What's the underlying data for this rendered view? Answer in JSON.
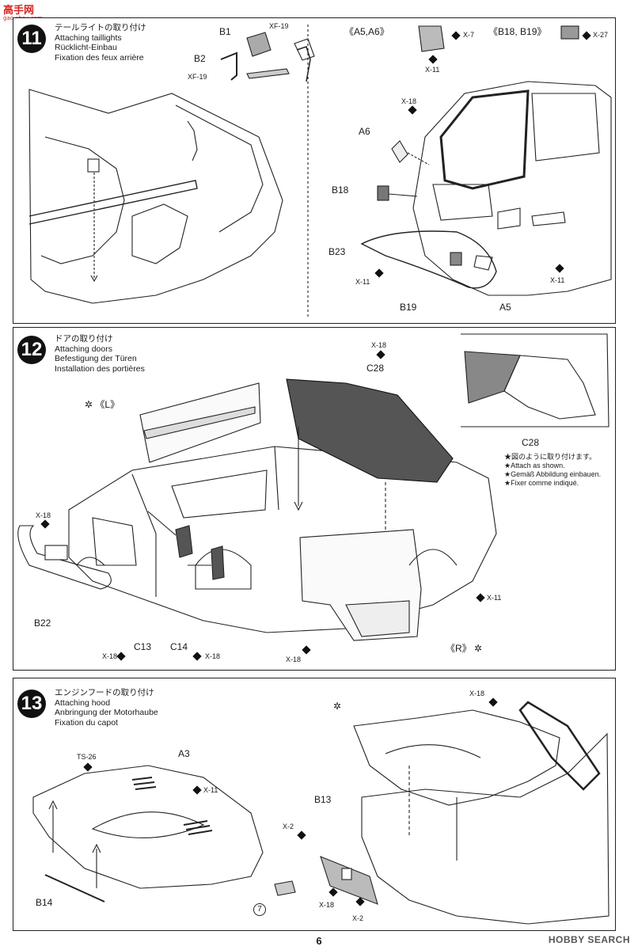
{
  "watermark": {
    "top_left": "高手网",
    "top_left_sub": "gao-shou.com",
    "bottom_right": "HOBBY SEARCH"
  },
  "page_number": "6",
  "step11": {
    "number": "11",
    "title_ja": "テールライトの取り付け",
    "title_en": "Attaching taillights",
    "title_de": "Rücklicht-Einbau",
    "title_fr": "Fixation des feux arrière",
    "parts": {
      "b1": "B1",
      "b2": "B2",
      "a6": "A6",
      "b18": "B18",
      "b23": "B23",
      "b19": "B19",
      "a5": "A5",
      "group_a": "《A5,A6》",
      "group_b": "《B18, B19》"
    },
    "paints": {
      "xf19_top": "XF-19",
      "xf19_left": "XF-19",
      "x7": "X-7",
      "x11_a": "X-11",
      "x27": "X-27",
      "x18": "X-18",
      "x11_bumper": "X-11",
      "x11_body": "X-11"
    }
  },
  "step12": {
    "number": "12",
    "title_ja": "ドアの取り付け",
    "title_en": "Attaching doors",
    "title_de": "Befestigung der Türen",
    "title_fr": "Installation des portières",
    "parts": {
      "c28_top": "C28",
      "c28_inset": "C28",
      "left_door": "《L》",
      "right_door": "《R》",
      "b22": "B22",
      "c13": "C13",
      "c14": "C14"
    },
    "paints": {
      "x18_c28": "X-18",
      "x18_bumper": "X-18",
      "x11_door": "X-11",
      "x18_c13": "X-18",
      "x18_c14": "X-18",
      "x18_bottom": "X-18"
    },
    "notes": {
      "ja": "★図のように取り付けます。",
      "en": "★Attach as shown.",
      "de": "★Gemäß Abbildung einbauen.",
      "fr": "★Fixer comme indiqué."
    }
  },
  "step13": {
    "number": "13",
    "title_ja": "エンジンフードの取り付け",
    "title_en": "Attaching hood",
    "title_de": "Anbringung der Motorhaube",
    "title_fr": "Fixation du capot",
    "parts": {
      "a3": "A3",
      "b14": "B14",
      "b13": "B13",
      "emblem": "7"
    },
    "paints": {
      "ts26": "TS-26",
      "x11": "X-11",
      "x2_left": "X-2",
      "x18_grille": "X-18",
      "x2_bottom": "X-2",
      "x18_top": "X-18"
    }
  }
}
